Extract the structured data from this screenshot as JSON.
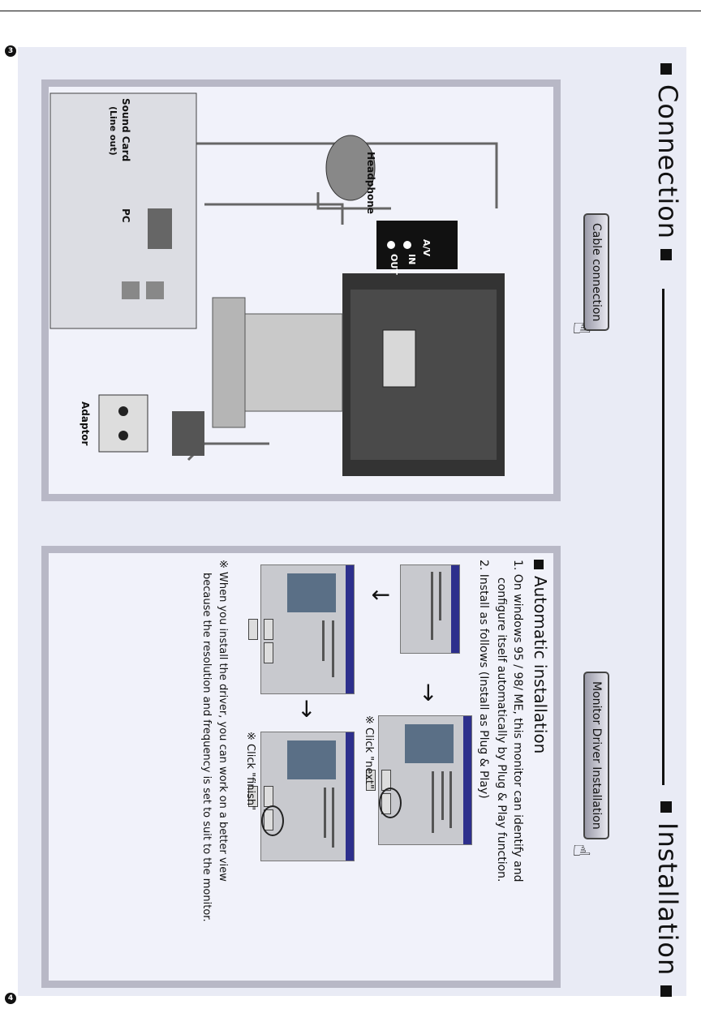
{
  "page_numbers": {
    "top": "3",
    "bottom": "4"
  },
  "heading": {
    "left_title": "Connection",
    "right_title": "Installation",
    "cable_tab": "Cable connection",
    "driver_tab": "Monitor Driver Installation"
  },
  "cable_diagram": {
    "sound_card": "Sound Card",
    "line_out": "(Line out)",
    "pc": "PC",
    "headphone": "Headphone",
    "adaptor": "Adaptor",
    "av_label": "A/V",
    "in_label": "IN",
    "out_label": "OUT"
  },
  "install": {
    "section_title": "Automatic installation",
    "step1_line1": "1. On windows 95 / 98/ ME, this monitor can identify and",
    "step1_line2": "configure itself automatically by Plug & Play function.",
    "step2": "2. Install as follows (Install as Plug & Play)",
    "click_next": "※ Click \"next\"",
    "click_finish": "※ Click \"finish\"",
    "note_line1": "※ When you install the driver, you can work on a better view",
    "note_line2": "because the resolution and frequency is set to suit to the monitor."
  }
}
